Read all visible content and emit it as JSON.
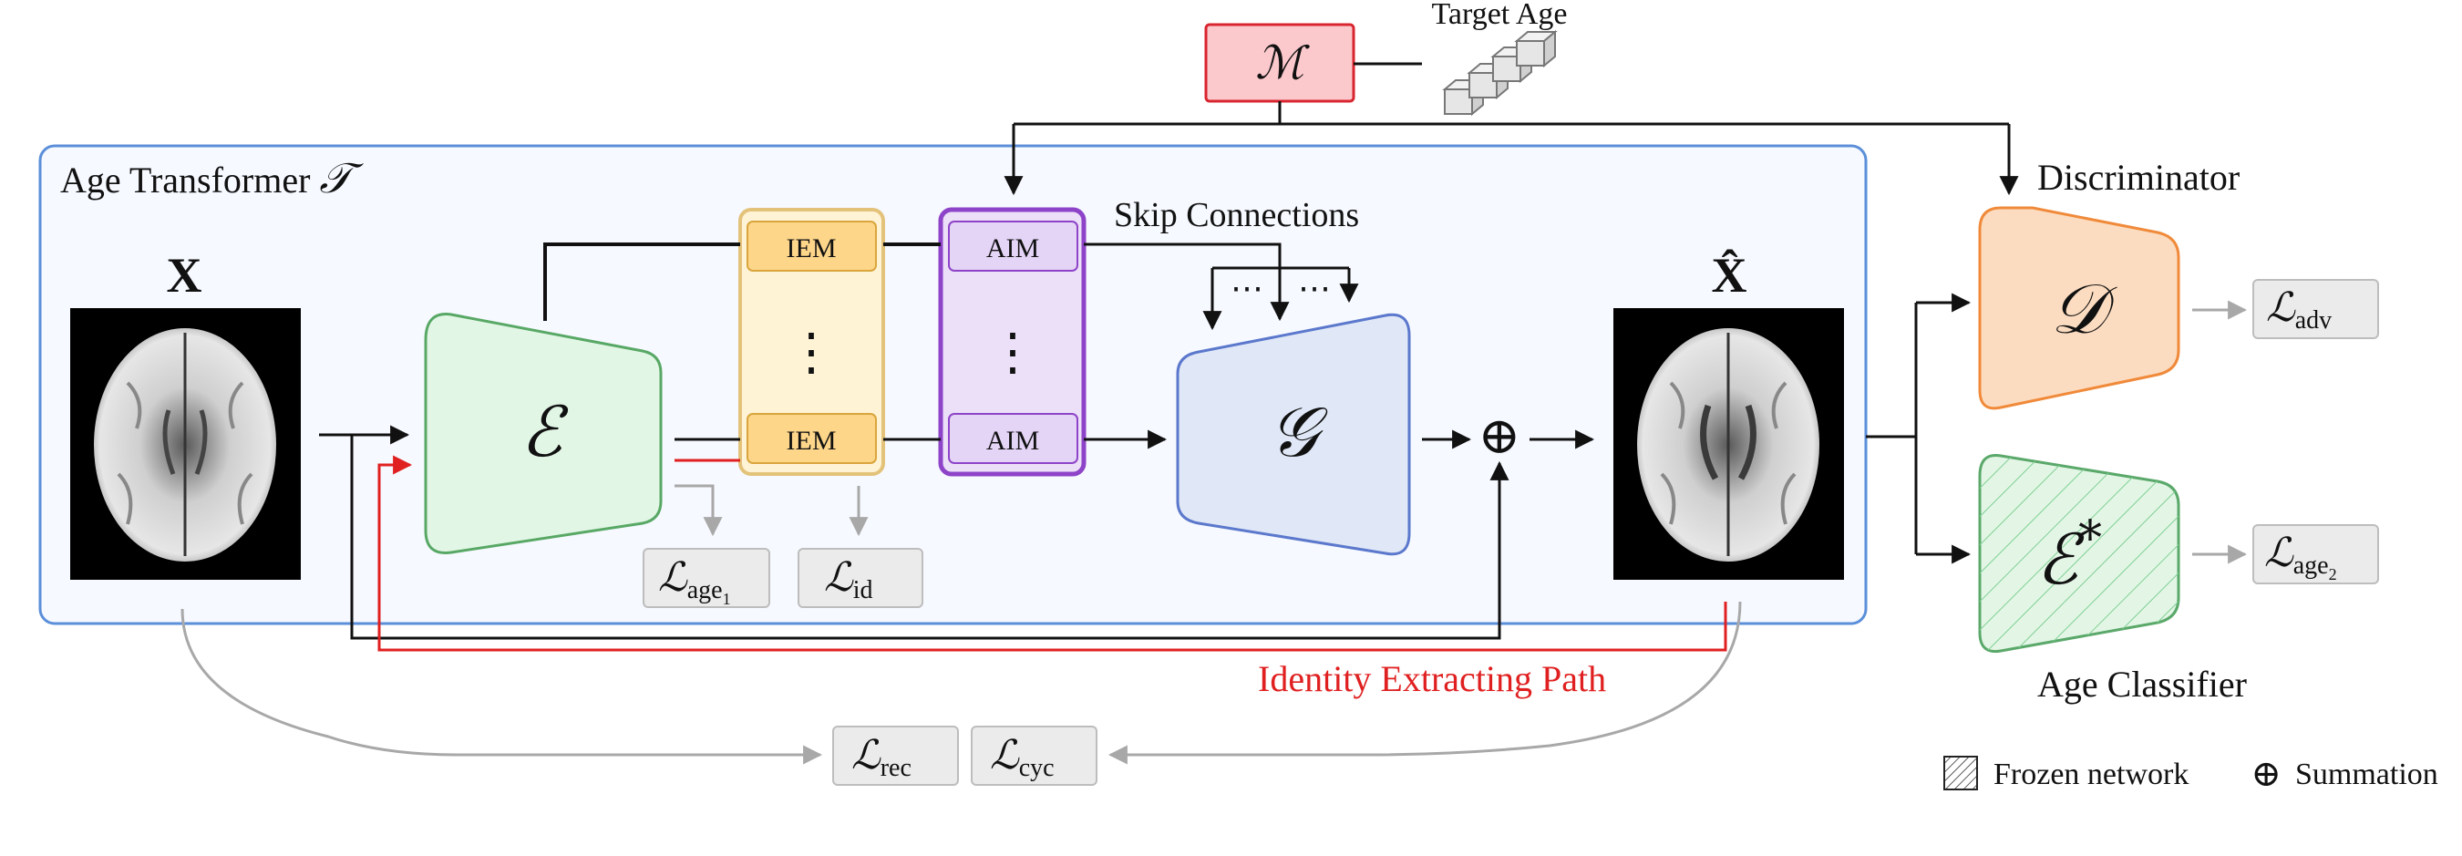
{
  "target_age_label": "Target Age",
  "mapping": {
    "symbol": "ℳ"
  },
  "transformer": {
    "label": "Age Transformer ",
    "symbol": "𝒯"
  },
  "input": {
    "symbol": "X"
  },
  "output": {
    "symbol": "X̂"
  },
  "encoder": {
    "symbol": "ℰ"
  },
  "generator": {
    "symbol": "𝒢"
  },
  "iem": {
    "top": "IEM",
    "bottom": "IEM",
    "dots": "⋮"
  },
  "aim": {
    "top": "AIM",
    "bottom": "AIM",
    "dots": "⋮"
  },
  "skip_connections": "Skip Connections",
  "skip_dots_1": "⋯",
  "skip_dots_2": "⋯",
  "discriminator": {
    "title": "Discriminator",
    "symbol": "𝒟"
  },
  "classifier": {
    "title": "Age Classifier",
    "symbol": "ℰ",
    "sup": "*"
  },
  "identity_path": "Identity Extracting Path",
  "losses": {
    "age1": {
      "main": "ℒ",
      "sub": "age",
      "subsub": "1"
    },
    "id": {
      "main": "ℒ",
      "sub": "id"
    },
    "adv": {
      "main": "ℒ",
      "sub": "adv"
    },
    "age2": {
      "main": "ℒ",
      "sub": "age",
      "subsub": "2"
    },
    "rec": {
      "main": "ℒ",
      "sub": "rec"
    },
    "cyc": {
      "main": "ℒ",
      "sub": "cyc"
    }
  },
  "legend": {
    "frozen": "Frozen network",
    "sum": "Summation",
    "sum_symbol": "⊕"
  },
  "summation_symbol": "⊕",
  "colors": {
    "transformer_border": "#5b8fd9",
    "transformer_fill": "#f6f9ff",
    "encoder_fill": "#e2f6e6",
    "encoder_border": "#58a865",
    "iem_fill": "#fde9b8",
    "iem_border": "#d9b25a",
    "aim_fill": "#ece0f8",
    "aim_border": "#8e44c8",
    "generator_fill": "#e0e8f7",
    "generator_border": "#5b78cc",
    "mapping_fill": "#fbc8cc",
    "mapping_border": "#d9252f",
    "disc_fill": "#fcdcc0",
    "disc_border": "#f08a3a",
    "classifier_fill": "#e3f6e6",
    "classifier_border": "#5aa86a",
    "identity_path": "#e02020",
    "loss_fill": "#ebebeb",
    "loss_border": "#bdbdbd",
    "gray_arrow": "#a8a8a8"
  }
}
